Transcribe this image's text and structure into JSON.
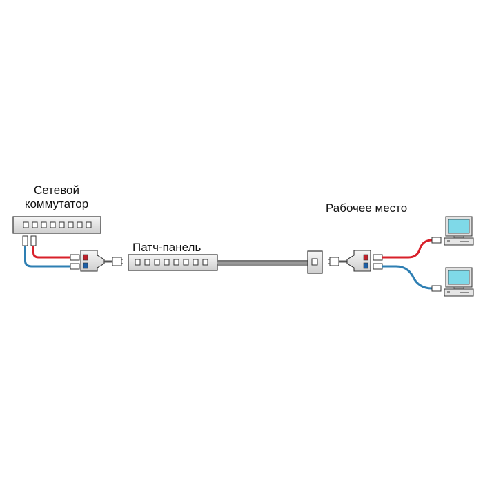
{
  "labels": {
    "switch_line1": "Сетевой",
    "switch_line2": "коммутатор",
    "patch_panel": "Патч-панель",
    "workstation": "Рабочее место"
  },
  "colors": {
    "cable_red": "#d8202a",
    "cable_blue": "#2e7fb3",
    "device_fill": "#e9e9e9",
    "device_stroke": "#333333",
    "port_blue": "#1b5fa8",
    "port_red": "#c0202a",
    "screen": "#7fd9e8"
  },
  "icons": {
    "switch": "network-switch-icon",
    "patch_panel": "patch-panel-icon",
    "wall_socket": "wall-socket-icon",
    "splitter": "splitter-icon",
    "computer": "computer-icon"
  }
}
